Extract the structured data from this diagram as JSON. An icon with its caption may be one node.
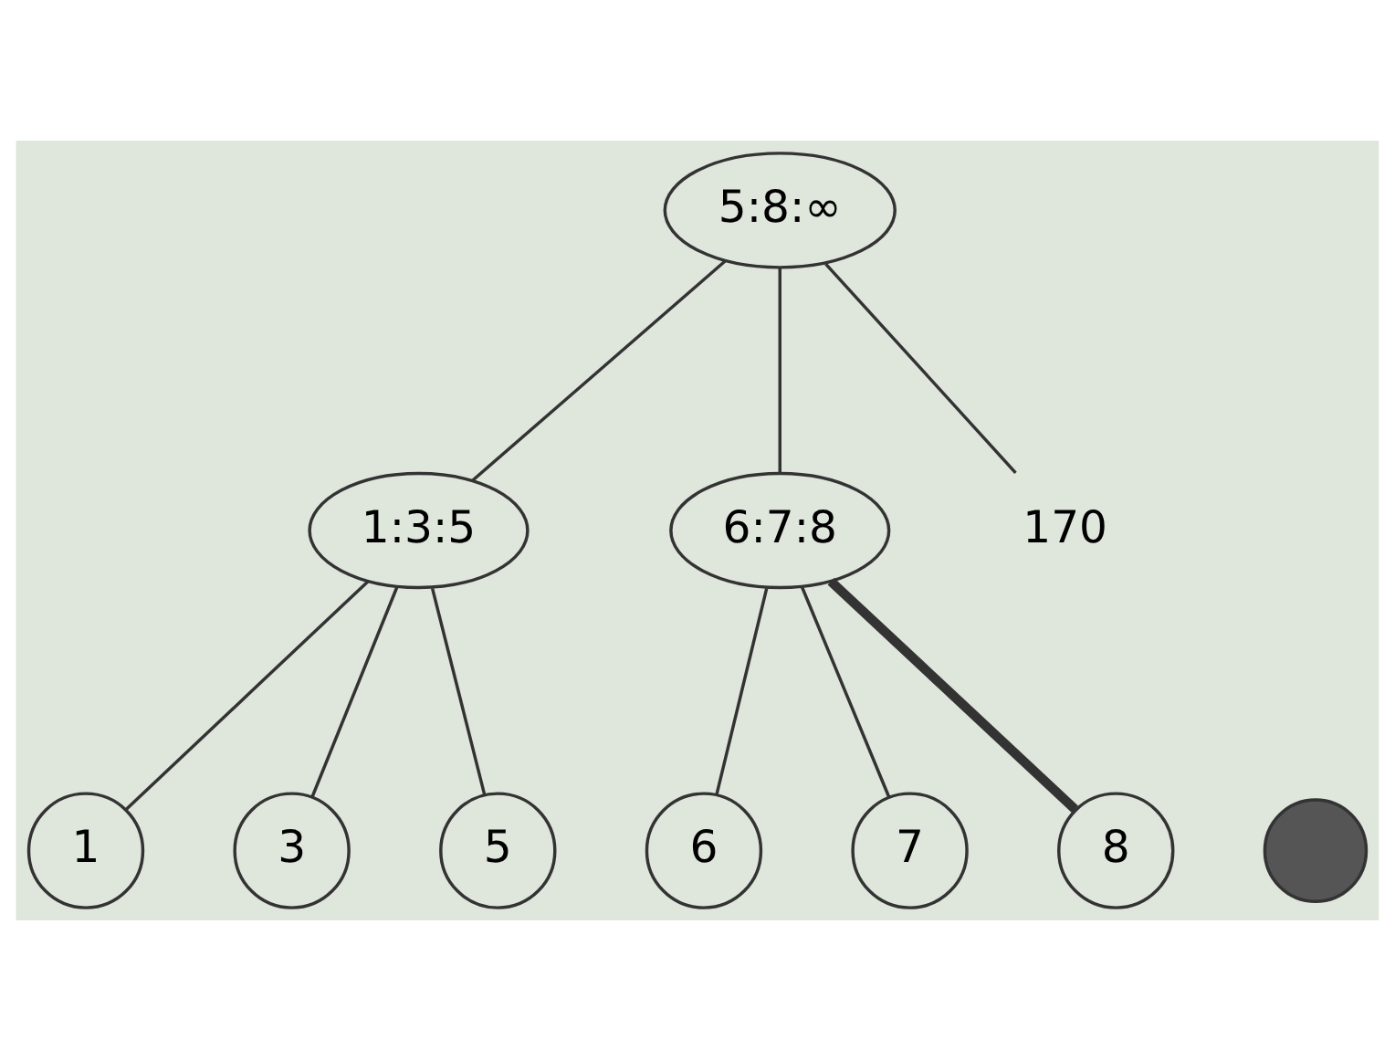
{
  "diagram": {
    "nodes": [
      {
        "text": [
          "5:8:∞"
        ]
      },
      {
        "text": [
          "1:3:5"
        ]
      },
      {
        "text": [
          "6:7:8"
        ]
      },
      {
        "text": [
          "1"
        ]
      },
      {
        "text": [
          "3"
        ]
      },
      {
        "text": [
          "5"
        ]
      },
      {
        "text": [
          "6"
        ]
      },
      {
        "text": [
          "7"
        ]
      },
      {
        "text": [
          "8"
        ]
      },
      {
        "text": [],
        "shape": "circle"
      },
      {
        "text": [
          "170"
        ]
      }
    ],
    "edges": [
      {
        "from": 0,
        "to": 1,
        "arrow": "none"
      },
      {
        "from": 0,
        "to": 2,
        "arrow": "none"
      },
      {
        "from": 0,
        "to": 10,
        "arrow": "none"
      },
      {
        "from": 1,
        "to": 3,
        "arrow": "none"
      },
      {
        "from": 1,
        "to": 4,
        "arrow": "none"
      },
      {
        "from": 1,
        "to": 5,
        "arrow": "none"
      },
      {
        "from": 2,
        "to": 6,
        "arrow": "none"
      },
      {
        "from": 2,
        "to": 7,
        "arrow": "none"
      },
      {
        "from": 2,
        "to": 8,
        "arrow": "none",
        "style": "thick"
      }
    ]
  }
}
